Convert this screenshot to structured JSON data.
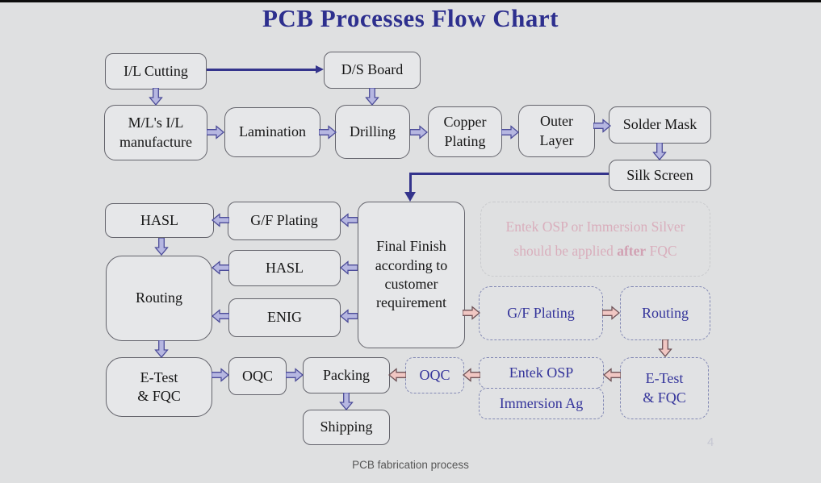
{
  "title": "PCB Processes Flow Chart",
  "caption": "PCB fabrication process",
  "page_number": "4",
  "colors": {
    "background": "#dfe0e1",
    "title_text": "#2d2f8e",
    "box_border": "#64646c",
    "lavender_arrow": "#b6b7e1",
    "lavender_arrow_outline": "#4c4c99",
    "pink_arrow": "#f1c7c3",
    "connector_line": "#34348c",
    "dashed_box_text": "#34349b",
    "note_text_pink": "#d9aebc"
  },
  "nodes": {
    "il_cutting": "I/L Cutting",
    "ds_board": "D/S Board",
    "ml_manufacture": "M/L's I/L\nmanufacture",
    "lamination": "Lamination",
    "drilling": "Drilling",
    "copper_plating": "Copper\nPlating",
    "outer_layer": "Outer\nLayer",
    "solder_mask": "Solder Mask",
    "silk_screen": "Silk Screen",
    "hasl_top": "HASL",
    "gf_plating": "G/F Plating",
    "final_finish": "Final Finish\naccording to\ncustomer\nrequirement",
    "hasl_mid": "HASL",
    "routing": "Routing",
    "enig": "ENIG",
    "etest_fqc": "E-Test\n& FQC",
    "oqc": "OQC",
    "packing": "Packing",
    "shipping": "Shipping",
    "oqc_dashed": "OQC",
    "gf_plating_dashed": "G/F Plating",
    "routing_dashed": "Routing",
    "entek_osp": "Entek OSP",
    "immersion_ag": "Immersion Ag",
    "etest_fqc_dashed": "E-Test\n& FQC"
  },
  "note": {
    "line1": "Entek OSP or Immersion Silver",
    "line2_pre": "should be applied ",
    "line2_bold": "after",
    "line2_post": " FQC"
  }
}
